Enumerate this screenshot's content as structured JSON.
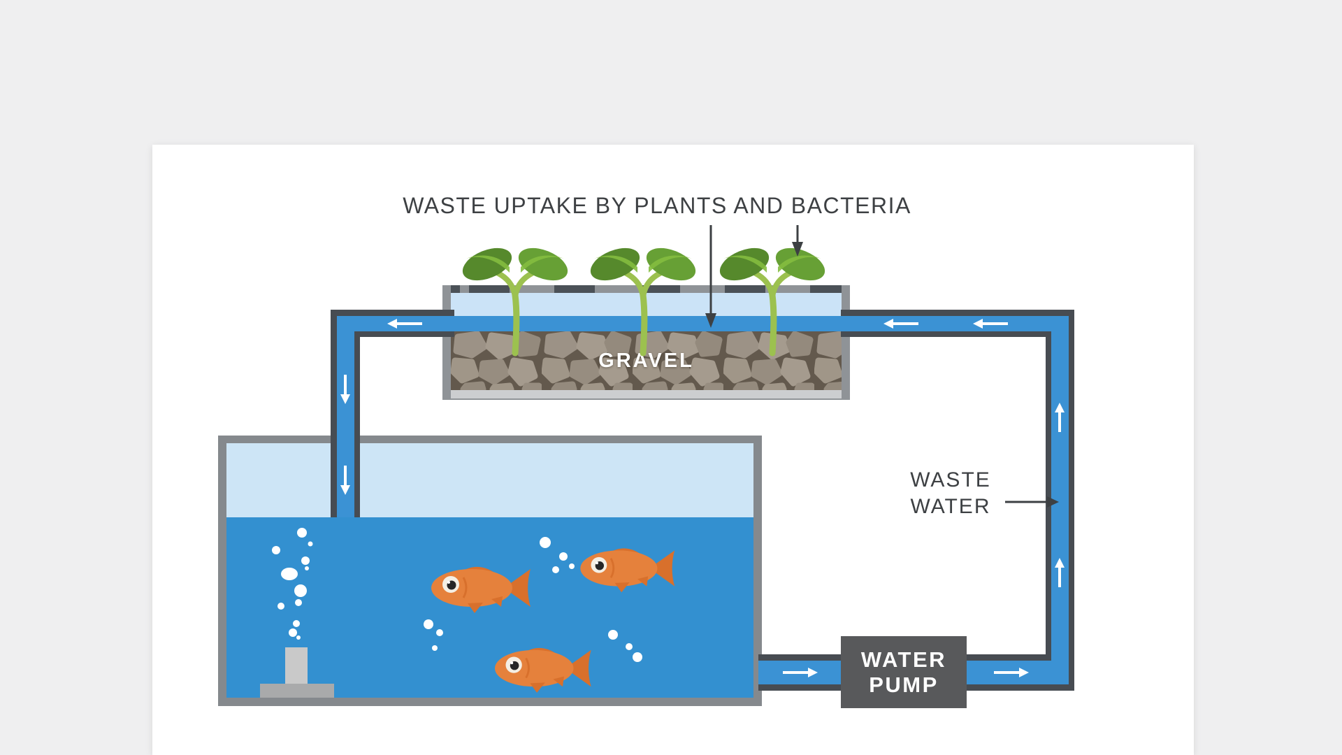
{
  "diagram": {
    "title": "WASTE UPTAKE BY PLANTS AND BACTERIA",
    "grow_bed": {
      "label": "GRAVEL",
      "plants_count": 3
    },
    "waste_water_label": {
      "line1": "WASTE",
      "line2": "WATER"
    },
    "water_pump": {
      "line1": "WATER",
      "line2": "PUMP"
    },
    "fish_tank": {
      "fish_count": 3
    }
  },
  "colors": {
    "background": "#efeff0",
    "card": "#ffffff",
    "water_blue": "#3390d0",
    "pipe_blue": "#3b92d4",
    "light_blue": "#cde5f6",
    "bed_light_blue": "#cbe3f7",
    "pipe_border": "#474c52",
    "frame_gray": "#85898d",
    "bed_frame_gray": "#8f9397",
    "rim_dash": "#4b5157",
    "pump_box": "#58595b",
    "gravel_stone": "#9c9286",
    "gravel_gap": "#63594d",
    "leaf_green": "#67a035",
    "leaf_green_dark": "#56892c",
    "stem_green": "#9cc14f",
    "fish_orange": "#e5813c",
    "fish_fin": "#d8702c",
    "text_dark": "#3d4043",
    "arrow_white": "#ffffff"
  }
}
